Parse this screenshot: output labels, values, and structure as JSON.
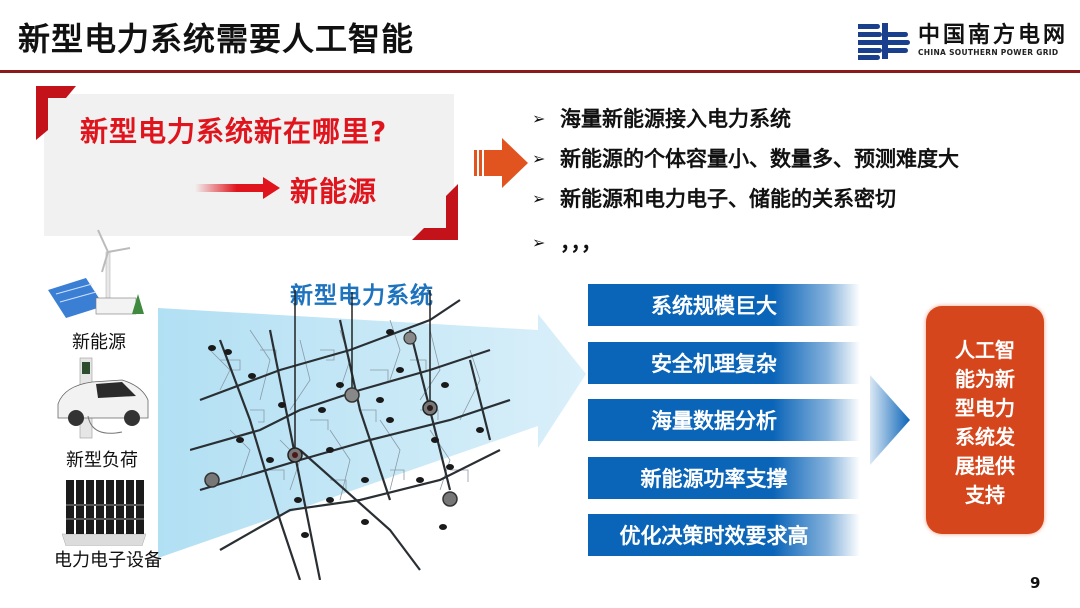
{
  "header": {
    "title": "新型电力系统需要人工智能",
    "logo_cn": "中国南方电网",
    "logo_en": "CHINA SOUTHERN POWER GRID",
    "accent_color": "#8b1a1a"
  },
  "question_box": {
    "question": "新型电力系统新在哪里?",
    "answer": "新能源",
    "color": "#e0141c"
  },
  "bullets": [
    {
      "marker": "➢",
      "text": "海量新能源接入电力系统"
    },
    {
      "marker": "➢",
      "text": "新能源的个体容量小、数量多、预测难度大"
    },
    {
      "marker": "➢",
      "text": "新能源和电力电子、储能的关系密切"
    },
    {
      "marker": "➢",
      "text": "，，，"
    }
  ],
  "inputs": [
    {
      "label": "新能源",
      "icon": "renewable-energy-icon"
    },
    {
      "label": "新型负荷",
      "icon": "electric-vehicle-icon"
    },
    {
      "label": "电力电子设备",
      "icon": "battery-storage-icon"
    }
  ],
  "map": {
    "title": "新型电力系统"
  },
  "challenges": [
    "系统规模巨大",
    "安全机理复杂",
    "海量数据分析",
    "新能源功率支撑",
    "优化决策时效要求高"
  ],
  "conclusion": {
    "lines": [
      "人工智",
      "能为新",
      "型电力",
      "系统发",
      "展提供",
      "支持"
    ],
    "color": "#d6461c"
  },
  "footer": {
    "page_number": "9"
  }
}
